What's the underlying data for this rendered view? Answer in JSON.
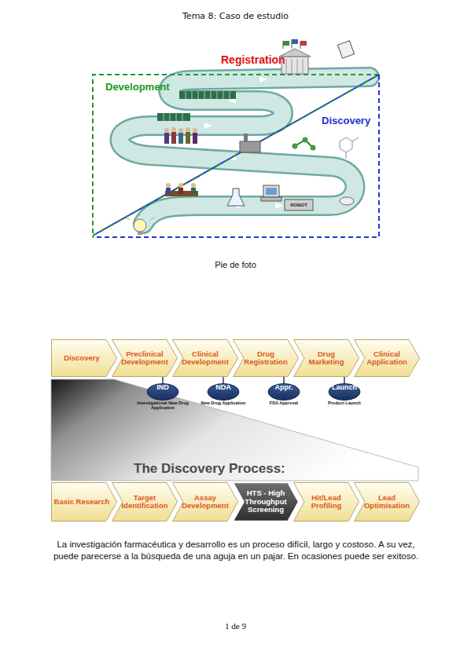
{
  "diagram": {
    "title": "Tema 8: Caso de estudio",
    "caption": "Pie de foto",
    "nodes": [
      {
        "text": [
          "Discovery"
        ]
      },
      {
        "text": [
          "Preclinical Development"
        ]
      },
      {
        "text": [
          "Clinical Development"
        ]
      },
      {
        "text": [
          "Drug Registration"
        ]
      },
      {
        "text": [
          "Drug Marketing"
        ]
      },
      {
        "text": [
          "Clinical Application"
        ]
      },
      {
        "text": [
          "IND",
          "Investigational New Drug Application"
        ]
      },
      {
        "text": [
          "NDA",
          "New Drug Application"
        ]
      },
      {
        "text": [
          "Appr.",
          "FDA Approval"
        ]
      },
      {
        "text": [
          "Launch",
          "Product Launch"
        ]
      },
      {
        "text": [
          "The Discovery Process:"
        ]
      },
      {
        "text": [
          "Basic Research"
        ]
      },
      {
        "text": [
          "Target Identification"
        ]
      },
      {
        "text": [
          "Assay Development"
        ]
      },
      {
        "text": [
          "HTS - High Throughput Screening"
        ]
      },
      {
        "text": [
          "Hit/Lead Profiling"
        ]
      },
      {
        "text": [
          "Lead Optimisation"
        ]
      }
    ],
    "edges": [
      {
        "from": 1,
        "to": 6,
        "arrow": "none"
      },
      {
        "from": 2,
        "to": 7,
        "arrow": "none"
      },
      {
        "from": 3,
        "to": 8,
        "arrow": "none"
      },
      {
        "from": 4,
        "to": 9,
        "arrow": "none"
      }
    ],
    "labels": [
      "Registration",
      "Development",
      "Discovery",
      "ROBOT",
      "La investigación farmacéutica y desarrollo es un proceso difícil, largo y costoso. A su vez, puede parecerse a la búsqueda de una aguja en un pajar. En ocasiones puede ser exitoso.",
      "1 de 9"
    ]
  }
}
